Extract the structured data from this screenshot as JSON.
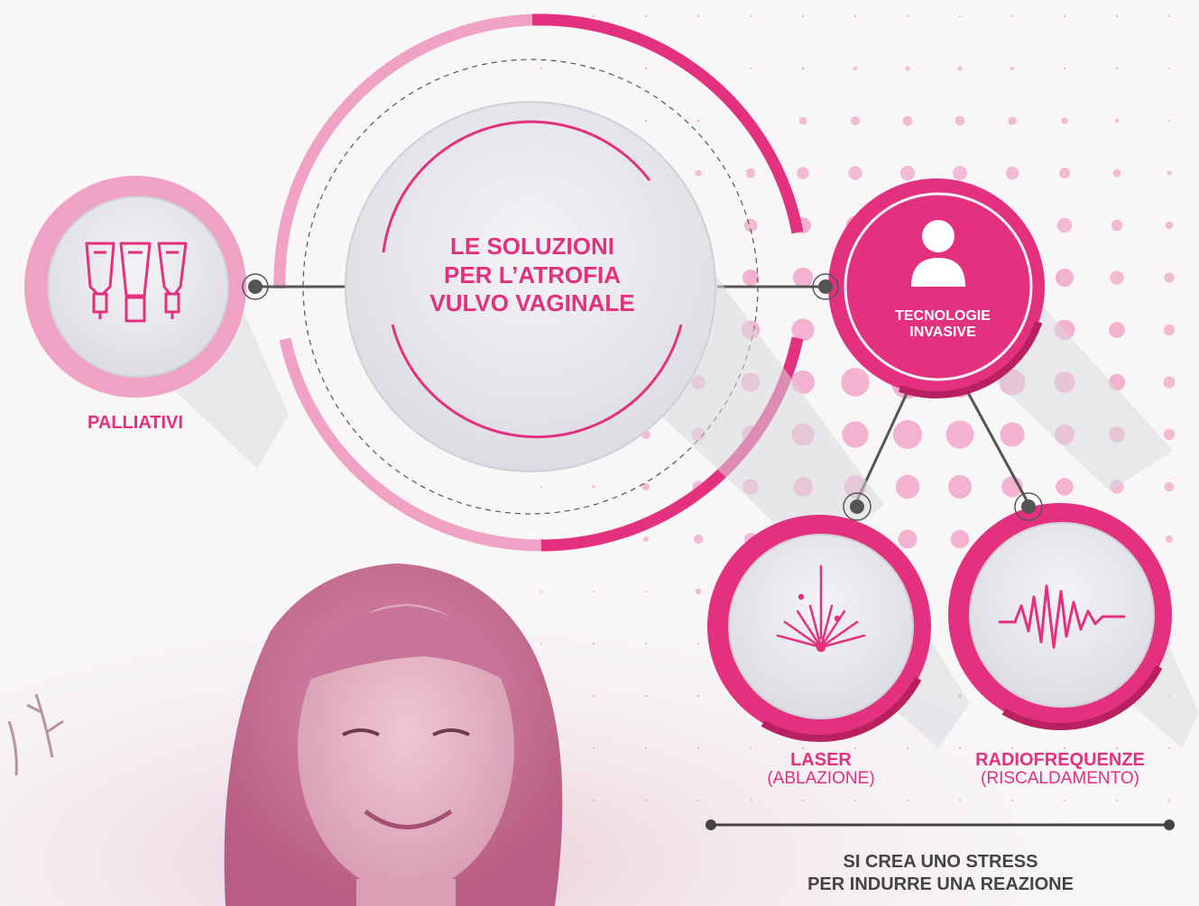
{
  "center": {
    "lines": [
      "LE SOLUZIONI",
      "PER L’ATROFIA",
      "VULVO VAGINALE"
    ]
  },
  "nodes": {
    "palliativi": {
      "label": "PALLIATIVI",
      "icon": "tubes-icon"
    },
    "tecnologie": {
      "lines": [
        "TECNOLOGIE",
        "INVASIVE"
      ],
      "icon": "person-icon"
    },
    "laser": {
      "label": "LASER",
      "sub": "(ABLAZIONE)",
      "icon": "laser-burst-icon"
    },
    "radio": {
      "label": "RADIOFREQUENZE",
      "sub": "(RISCALDAMENTO)",
      "icon": "waveform-icon"
    }
  },
  "note": {
    "lines": [
      "SI CREA UNO STRESS",
      "PER INDURRE UNA REAZIONE"
    ]
  },
  "colors": {
    "primary": "#e3307f",
    "light_pink": "#f2a6c8",
    "dark_pink": "#b8205f",
    "circle_fill": "#e8e8ec",
    "connector": "#555555"
  }
}
